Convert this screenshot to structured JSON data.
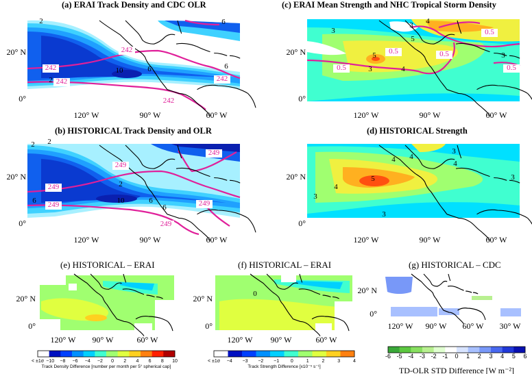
{
  "colors": {
    "contour_magenta": "#e0209a",
    "coast": "#000000",
    "seq_blue": [
      "#ffffff",
      "#a7f0ff",
      "#3fd1ff",
      "#1fa0ff",
      "#1060ee",
      "#0a3ad0",
      "#0a20b0"
    ],
    "strength": [
      "#ffffff",
      "#00e0ff",
      "#40ffd0",
      "#a0ff70",
      "#f0f040",
      "#ffb020",
      "#ff5010",
      "#c80000"
    ],
    "diff": [
      "#ffffff",
      "#0010c0",
      "#0040ff",
      "#0090ff",
      "#00d0ff",
      "#40ffd0",
      "#a0ff70",
      "#e0ff40",
      "#ffd020",
      "#ff8010",
      "#ff2000",
      "#b00000"
    ],
    "stddiff": [
      "#3aa838",
      "#5cc840",
      "#88e060",
      "#b8f090",
      "#e0ffd0",
      "#ffffff",
      "#d8e4ff",
      "#a8c0ff",
      "#7898f8",
      "#4868f0",
      "#2038d8",
      "#0810b0"
    ]
  },
  "panels": {
    "a": {
      "title": "(a) ERAI Track Density and CDC OLR",
      "contour_value": "242",
      "labels": [
        "2",
        "6",
        "2",
        "6",
        "10",
        "6",
        "2",
        "242",
        "242",
        "242",
        "242",
        "242"
      ]
    },
    "b": {
      "title": "(b) HISTORICAL Track Density and OLR",
      "contour_value": "249",
      "labels": [
        "2",
        "2",
        "6",
        "2",
        "10",
        "6",
        "6",
        "249",
        "249",
        "249",
        "249",
        "249"
      ]
    },
    "c": {
      "title": "(c) ERAI Mean Strength and NHC Tropical Storm Density",
      "contour_value": "0.5",
      "labels": [
        "3",
        "5",
        "3",
        "4",
        "3",
        "5",
        "4",
        "3",
        "0.5",
        "0.5",
        "0.5",
        "0.5",
        "0.5"
      ]
    },
    "d": {
      "title": "(d) HISTORICAL Strength",
      "labels": [
        "4",
        "5",
        "4",
        "3",
        "4",
        "3",
        "3",
        "4"
      ]
    },
    "e": {
      "title": "(e) HISTORICAL – ERAI"
    },
    "f": {
      "title": "(f) HISTORICAL – ERAI",
      "labels": [
        "0"
      ]
    },
    "g": {
      "title": "(g) HISTORICAL – CDC"
    }
  },
  "axes": {
    "top_lat": [
      "20° N",
      "0°"
    ],
    "top_lon": [
      "120° W",
      "90° W",
      "60° W"
    ],
    "g_lon": [
      "120° W",
      "90° W",
      "60° W",
      "30° W"
    ]
  },
  "colorbars": {
    "e": {
      "ticks": [
        "< ±1σ",
        "−10",
        "−8",
        "−6",
        "−4",
        "−2",
        "0",
        "2",
        "4",
        "6",
        "8",
        "10"
      ],
      "label": "Track Density Difference  [number per month per 5° spherical cap]"
    },
    "f": {
      "ticks": [
        "< ±1σ",
        "−4",
        "−3",
        "−2",
        "−1",
        "0",
        "1",
        "2",
        "3",
        "4"
      ],
      "label": "Track Strength Difference  [x10⁻⁵ s⁻¹]"
    },
    "g": {
      "ticks": [
        "-6",
        "-5",
        "-4",
        "-3",
        "-2",
        "-1",
        "0",
        "1",
        "2",
        "3",
        "4",
        "5",
        "6"
      ],
      "label": "TD-OLR STD Difference  [W m⁻²]"
    }
  },
  "chart_data": [
    {
      "type": "heatmap",
      "panel": "a",
      "title": "(a) ERAI Track Density and CDC OLR",
      "contour": {
        "value": 242
      },
      "xlabel": "",
      "ylabel": "",
      "xticks": [
        "120° W",
        "90° W",
        "60° W"
      ],
      "yticks": [
        "20° N",
        "0°"
      ]
    },
    {
      "type": "heatmap",
      "panel": "b",
      "title": "(b) HISTORICAL Track Density and OLR",
      "contour": {
        "value": 249
      },
      "xticks": [
        "120° W",
        "90° W",
        "60° W"
      ],
      "yticks": [
        "20° N",
        "0°"
      ]
    },
    {
      "type": "heatmap",
      "panel": "c",
      "title": "(c) ERAI Mean Strength and NHC Tropical Storm Density",
      "contour": {
        "value": 0.5
      },
      "xticks": [
        "120° W",
        "90° W",
        "60° W"
      ],
      "yticks": [
        "20° N",
        "0°"
      ]
    },
    {
      "type": "heatmap",
      "panel": "d",
      "title": "(d) HISTORICAL Strength",
      "xticks": [
        "120° W",
        "90° W",
        "60° W"
      ],
      "yticks": [
        "20° N",
        "0°"
      ]
    },
    {
      "type": "heatmap",
      "panel": "e",
      "title": "(e) HISTORICAL – ERAI",
      "colorbar_ticks": [
        -10,
        -8,
        -6,
        -4,
        -2,
        0,
        2,
        4,
        6,
        8,
        10
      ]
    },
    {
      "type": "heatmap",
      "panel": "f",
      "title": "(f) HISTORICAL – ERAI",
      "colorbar_ticks": [
        -4,
        -3,
        -2,
        -1,
        0,
        1,
        2,
        3,
        4
      ]
    },
    {
      "type": "heatmap",
      "panel": "g",
      "title": "(g) HISTORICAL – CDC",
      "colorbar_ticks": [
        -6,
        -5,
        -4,
        -3,
        -2,
        -1,
        0,
        1,
        2,
        3,
        4,
        5,
        6
      ]
    }
  ]
}
